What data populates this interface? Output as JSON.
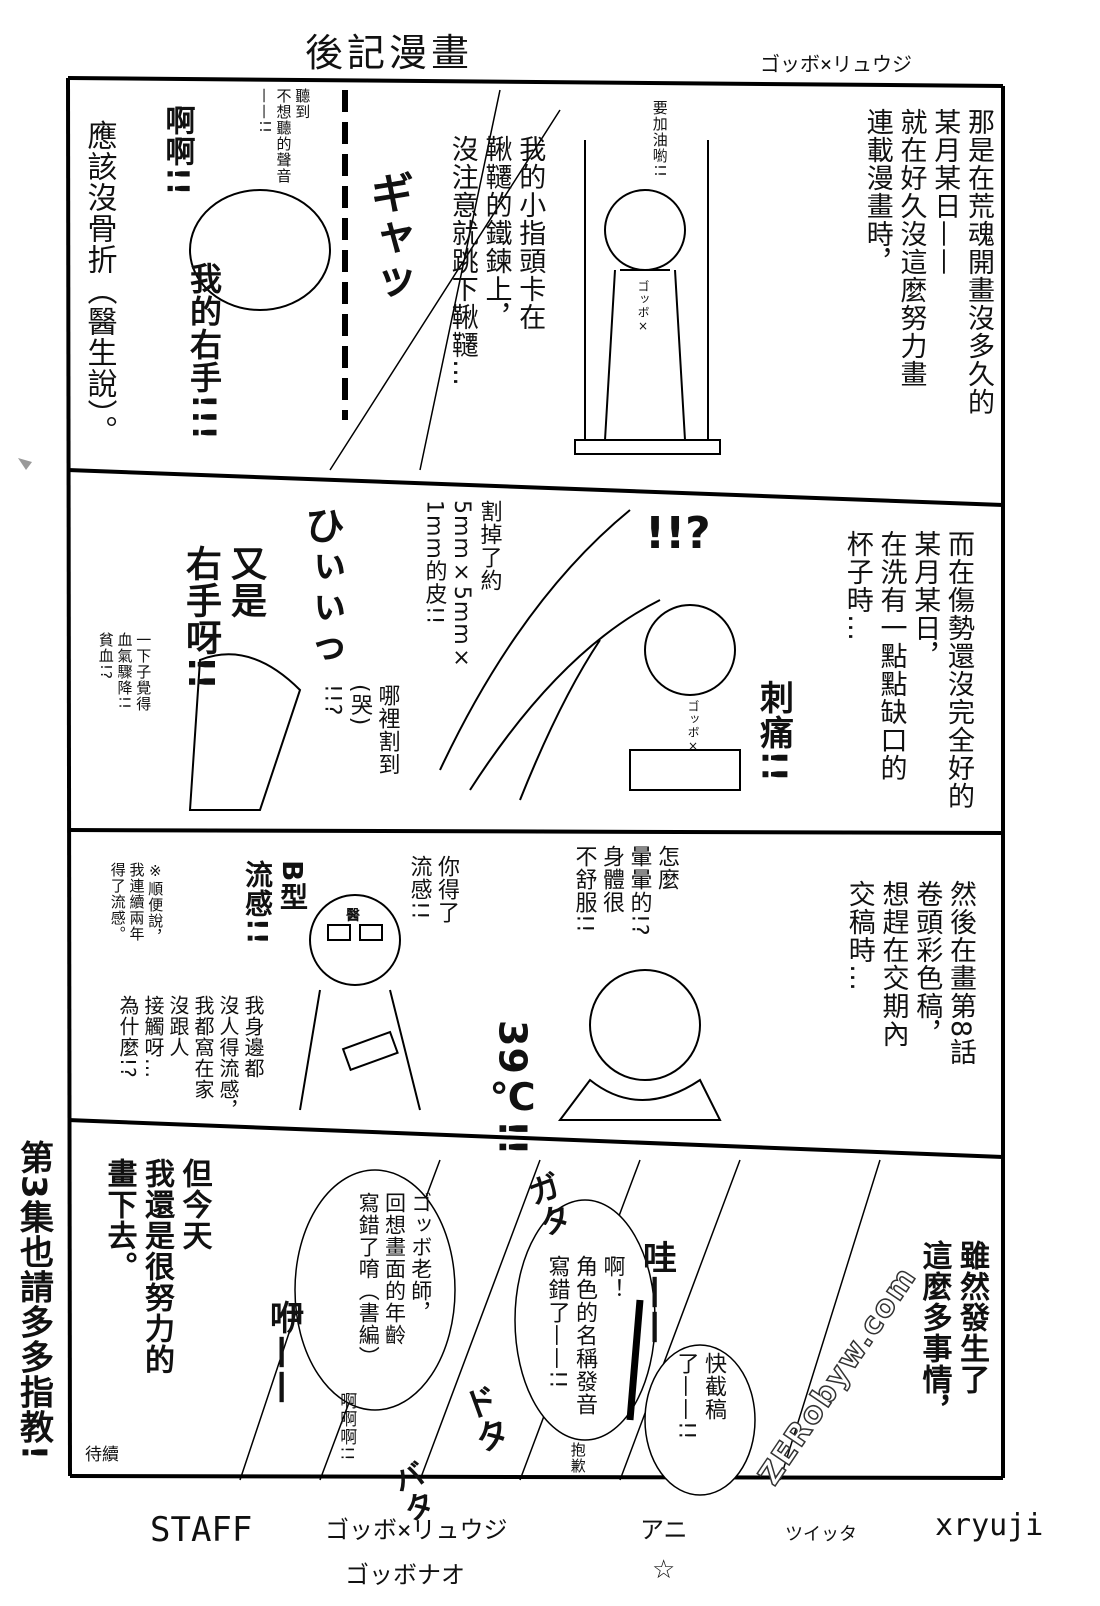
{
  "page": {
    "title": "後記漫畫",
    "author_credit": "ゴッボ×リュウジ",
    "side_message": "第3集也請多多指教!"
  },
  "panel1": {
    "narration": "那是在荒魂開畫沒多久的\n某月某日——\n就在好久沒這麼努力畫\n連載漫畫時，",
    "cheer": "要加油喲!!",
    "shirt": "ゴッボ×",
    "caption": "我的小指頭卡在\n鞦韆的鐵鍊上，\n沒注意就跳下鞦韆…",
    "sound_note": "聽到\n不想聽的聲音\n——!!",
    "scream": "啊啊!!",
    "sfx": "ギャッ",
    "right_hand": "我的右手!!!",
    "aside": "應該沒骨折（醫生說）。"
  },
  "panel2": {
    "narration": "而在傷勢還沒完全好的\n某月某日，\n在洗有一點點缺口的\n杯子時…",
    "shock": "!!?",
    "pain": "刺痛!!",
    "cut_detail": "割掉了約\n5mm×5mm×\n1mm的皮!!",
    "where": "哪裡割到\n(哭)\n!!?",
    "again": "又是\n右手呀!!",
    "faint": "一下子覺得\n血氣驟降!!\n貧血!?",
    "sfx": "ひぃぃっ",
    "shirt": "ゴッボ×"
  },
  "panel3": {
    "narration": "然後在畫第8話\n卷頭彩色稿，\n想趕在交期內\n交稿時…",
    "dizzy": "怎麼\n暈暈的!?\n身體很\n不舒服!!",
    "diagnosis": "你得了\n流感!!",
    "type_b": "B型\n流感!!",
    "why": "我身邊都\n沒人得流感，\n我都窩在家\n沒跟人\n接觸呀…\n為什麼!?",
    "note": "※順便說，\n我連續兩年\n得了流感。",
    "temperature": "39℃!!",
    "doctor_badge": "醫"
  },
  "panel4": {
    "narration": "雖然發生了\n這麼多事情，",
    "deadline": "快截稿\n了——!!",
    "wah": "哇——",
    "name_error": "啊！\n角色的名稱發音\n寫錯了——!!",
    "editor_note": "ゴッボ老師，\n回想畫面的年齡\n寫錯了唷（書編）",
    "scream": "啊啊啊!!",
    "eek": "咿——",
    "sorry": "抱歉",
    "sfx_dota": "ドタ",
    "sfx_bata": "バタ",
    "sfx_gata": "ガタ",
    "conclusion": "但今天\n我還是很努力的\n畫下去。",
    "continued": "待續"
  },
  "staff": {
    "label": "STAFF",
    "names": [
      "ゴッボ×リュウジ",
      "ゴッボナオ"
    ],
    "assistant": "アニ",
    "star": "☆",
    "twitter": "ツイッタ",
    "handle": "xryuji"
  },
  "watermark": "ZERobyw.com"
}
